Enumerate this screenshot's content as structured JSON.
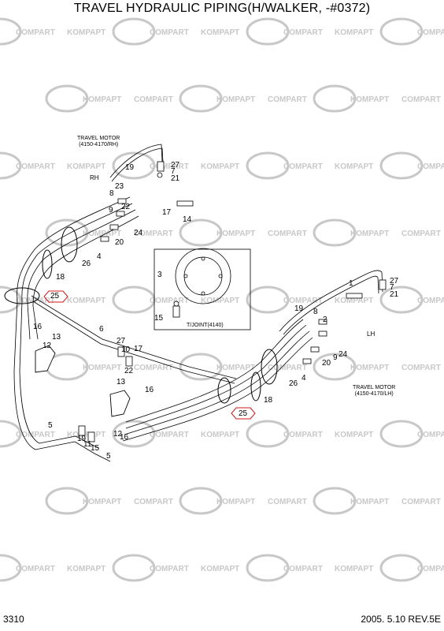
{
  "title": "TRAVEL HYDRAULIC PIPING(H/WALKER, -#0372)",
  "page_number": "3310",
  "revision": "2005. 5.10  REV.5E",
  "watermark": {
    "text_a": "COMPART",
    "text_b": "KOMPAPT",
    "color": "#c8c8c8"
  },
  "notes": {
    "travel_motor_rh": [
      "TRAVEL MOTOR",
      "(4150-4170/RH)"
    ],
    "travel_motor_lh": [
      "TRAVEL MOTOR",
      "(4150-4170/LH)"
    ],
    "rh": "RH",
    "lh": "LH",
    "tjoint": "T/JOINT(4140)"
  },
  "part_labels": [
    "19",
    "27",
    "7",
    "21",
    "23",
    "8",
    "22",
    "9",
    "17",
    "14",
    "24",
    "20",
    "4",
    "26",
    "18",
    "25",
    "3",
    "15",
    "1",
    "19",
    "27",
    "7",
    "21",
    "8",
    "2",
    "9",
    "20",
    "24",
    "26",
    "4",
    "16",
    "6",
    "13",
    "27",
    "10",
    "17",
    "12",
    "22",
    "13",
    "16",
    "18",
    "25",
    "5",
    "12",
    "16",
    "19",
    "11",
    "15",
    "5",
    "25"
  ]
}
